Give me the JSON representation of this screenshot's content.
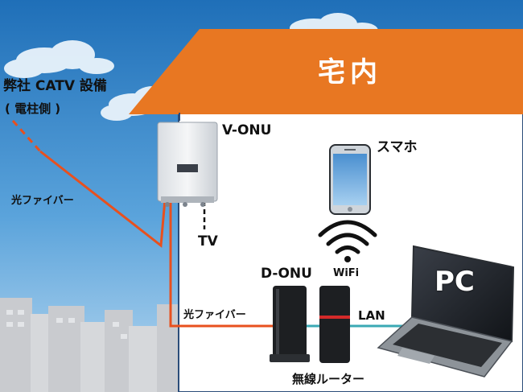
{
  "house": {
    "title": "宅内"
  },
  "source": {
    "line1": "弊社 CATV 設備",
    "line2": "( 電柱側 )"
  },
  "labels": {
    "fiber_outside": "光ファイバー",
    "fiber_inside": "光ファイバー",
    "v_onu": "V-ONU",
    "tv": "TV",
    "smartphone": "スマホ",
    "wifi": "WiFi",
    "d_onu": "D-ONU",
    "lan": "LAN",
    "pc": "PC",
    "router": "無線ルーター"
  },
  "colors": {
    "sky_top": "#1f6fb8",
    "sky_bottom": "#9cc8ea",
    "roof": "#e87722",
    "fiber": "#e8501e",
    "lan_cable": "#3aa9b4",
    "house_wall": "#ffffff",
    "house_outline": "#2b4d7a",
    "buildings": "#c9cbcf"
  }
}
